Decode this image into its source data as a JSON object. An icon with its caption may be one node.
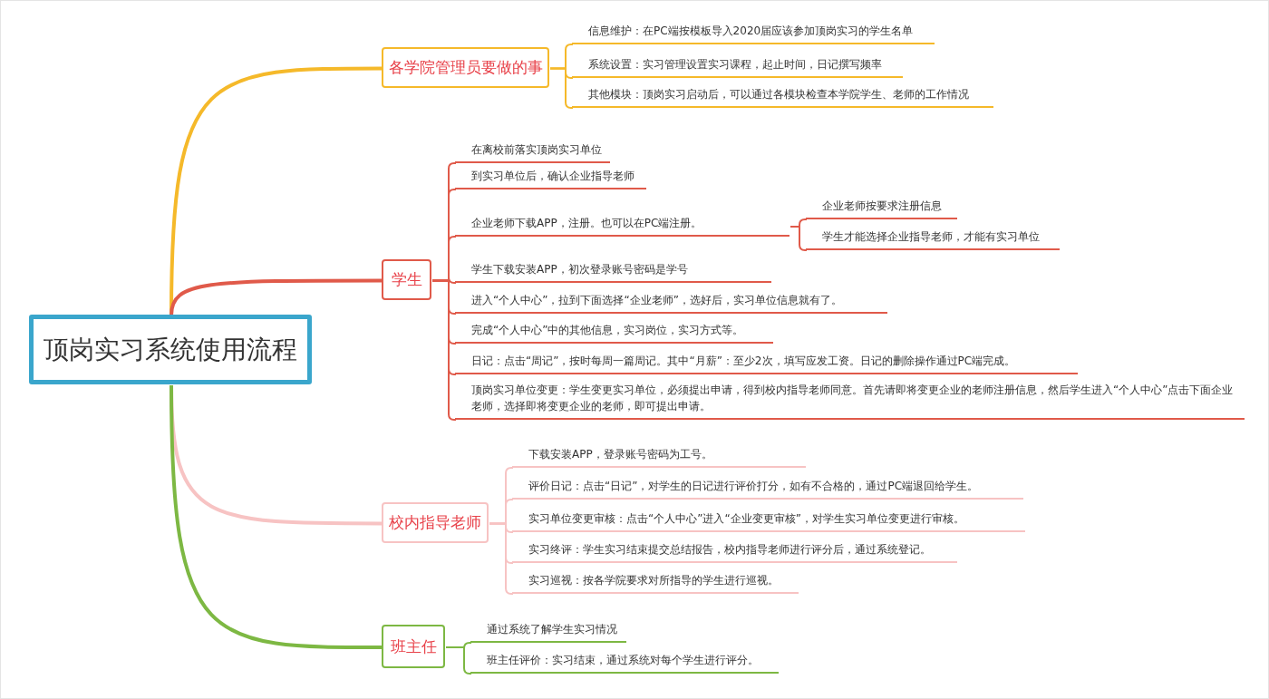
{
  "diagram": {
    "nodes": [
      {
        "text": [
          "顶岗实习系统使用流程"
        ]
      },
      {
        "text": [
          "各学院管理员要做的事"
        ]
      },
      {
        "text": [
          "信息维护：在PC端按模板导入2020届应该参加顶岗实习的学生名单"
        ]
      },
      {
        "text": [
          "系统设置：实习管理设置实习课程，起止时间，日记撰写频率"
        ]
      },
      {
        "text": [
          "其他模块：顶岗实习启动后，可以通过各模块检查本学院学生、老师的工作情况"
        ]
      },
      {
        "text": [
          "学生"
        ]
      },
      {
        "text": [
          "在离校前落实顶岗实习单位"
        ]
      },
      {
        "text": [
          "到实习单位后，确认企业指导老师"
        ]
      },
      {
        "text": [
          "企业老师下载APP，注册。也可以在PC端注册。"
        ]
      },
      {
        "text": [
          "企业老师按要求注册信息"
        ]
      },
      {
        "text": [
          "学生才能选择企业指导老师，才能有实习单位"
        ]
      },
      {
        "text": [
          "学生下载安装APP，初次登录账号密码是学号"
        ]
      },
      {
        "text": [
          "进入“个人中心”，拉到下面选择“企业老师”，选好后，实习单位信息就有了。"
        ]
      },
      {
        "text": [
          "完成“个人中心”中的其他信息，实习岗位，实习方式等。"
        ]
      },
      {
        "text": [
          "日记：点击“周记”，按时每周一篇周记。其中“月薪”：至少2次，填写应发工资。日记的删除操作通过PC端完成。"
        ]
      },
      {
        "text": [
          "顶岗实习单位变更：学生变更实习单位，必须提出申请，得到校内指导老师同意。首先请即将变更企业的老师注册信息，然后学生进入“个人中心”点击下面企业老师，选择即将变更企业的老师，即可提出申请。"
        ]
      },
      {
        "text": [
          "校内指导老师"
        ]
      },
      {
        "text": [
          "下载安装APP，登录账号密码为工号。"
        ]
      },
      {
        "text": [
          "评价日记：点击“日记”，对学生的日记进行评价打分，如有不合格的，通过PC端退回给学生。"
        ]
      },
      {
        "text": [
          "实习单位变更审核：点击“个人中心”进入“企业变更审核”，对学生实习单位变更进行审核。"
        ]
      },
      {
        "text": [
          "实习终评：学生实习结束提交总结报告，校内指导老师进行评分后，通过系统登记。"
        ]
      },
      {
        "text": [
          "实习巡视：按各学院要求对所指导的学生进行巡视。"
        ]
      },
      {
        "text": [
          "班主任"
        ]
      },
      {
        "text": [
          "通过系统了解学生实习情况"
        ]
      },
      {
        "text": [
          "班主任评价：实习结束，通过系统对每个学生进行评分。"
        ]
      }
    ],
    "edges": [
      {
        "from": 0,
        "to": 1,
        "arrow": "none",
        "color": "#f5b92a"
      },
      {
        "from": 1,
        "to": 2,
        "arrow": "none",
        "color": "#f5b92a"
      },
      {
        "from": 1,
        "to": 3,
        "arrow": "none",
        "color": "#f5b92a"
      },
      {
        "from": 1,
        "to": 4,
        "arrow": "none",
        "color": "#f5b92a"
      },
      {
        "from": 0,
        "to": 5,
        "arrow": "none"
      },
      {
        "from": 5,
        "to": 6,
        "arrow": "none"
      },
      {
        "from": 5,
        "to": 7,
        "arrow": "none"
      },
      {
        "from": 5,
        "to": 8,
        "arrow": "none"
      },
      {
        "from": 8,
        "to": 9,
        "arrow": "none"
      },
      {
        "from": 8,
        "to": 10,
        "arrow": "none"
      },
      {
        "from": 5,
        "to": 11,
        "arrow": "none"
      },
      {
        "from": 5,
        "to": 12,
        "arrow": "none"
      },
      {
        "from": 5,
        "to": 13,
        "arrow": "none"
      },
      {
        "from": 5,
        "to": 14,
        "arrow": "none"
      },
      {
        "from": 5,
        "to": 15,
        "arrow": "none"
      },
      {
        "from": 0,
        "to": 16,
        "arrow": "none",
        "color": "#f7c3c3"
      },
      {
        "from": 16,
        "to": 17,
        "arrow": "none",
        "color": "#f7c3c3"
      },
      {
        "from": 16,
        "to": 18,
        "arrow": "none",
        "color": "#f7c3c3"
      },
      {
        "from": 16,
        "to": 19,
        "arrow": "none",
        "color": "#f7c3c3"
      },
      {
        "from": 16,
        "to": 20,
        "arrow": "none",
        "color": "#f7c3c3"
      },
      {
        "from": 16,
        "to": 21,
        "arrow": "none",
        "color": "#f7c3c3"
      },
      {
        "from": 0,
        "to": 22,
        "arrow": "none",
        "color": "#7db843"
      },
      {
        "from": 22,
        "to": 23,
        "arrow": "none",
        "color": "#7db843"
      },
      {
        "from": 22,
        "to": 24,
        "arrow": "none",
        "color": "#7db843"
      }
    ]
  }
}
